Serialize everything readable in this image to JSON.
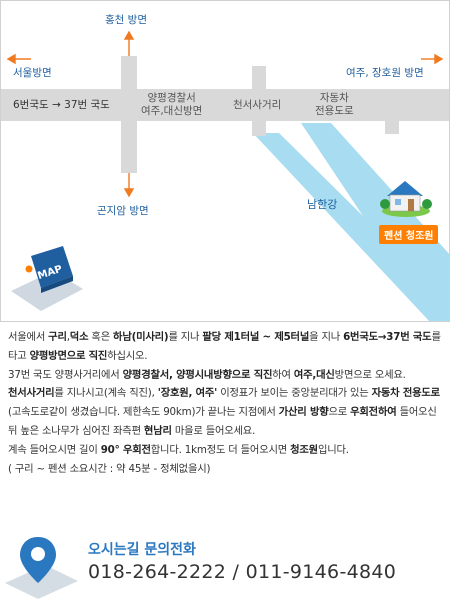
{
  "map": {
    "labels": {
      "hongcheon": "홍천 방면",
      "seoul": "서울방면",
      "yeoju_east": "여주, 장호원 방면",
      "route": "6번국도 → 37번 국도",
      "police_1": "양평경찰서",
      "police_2": "여주,대신방면",
      "cheonseo": "천서사거리",
      "expressway_1": "자동차",
      "expressway_2": "전용도로",
      "gonjiam": "곤지암 방면",
      "river": "남한강",
      "pension": "펜션 청조원",
      "map_logo": "MAP"
    },
    "colors": {
      "road": "#d9d9d9",
      "river": "#a8dcf0",
      "arrow": "#f07a20",
      "accent_orange": "#ff7f00"
    }
  },
  "directions": {
    "p1": [
      {
        "t": "서울에서 "
      },
      {
        "b": "구리"
      },
      {
        "t": ","
      },
      {
        "b": "덕소"
      },
      {
        "t": " 혹은 "
      },
      {
        "b": "하남(미사리)"
      },
      {
        "t": "를 지나 "
      },
      {
        "b": "팔당 제1터널 ~ 제5터널"
      },
      {
        "t": "을 지나 "
      },
      {
        "b": "6번국도→37번 국도"
      },
      {
        "t": "를타고 "
      },
      {
        "b": "양평방면으로 직진"
      },
      {
        "t": "하십시오."
      }
    ],
    "p2": [
      {
        "t": "37번 국도 양평사거리에서 "
      },
      {
        "b": "양평경찰서, 양평시내방향으로 직진"
      },
      {
        "t": "하여 "
      },
      {
        "b": "여주,대신"
      },
      {
        "t": "방면으로 오세요."
      }
    ],
    "p3": [
      {
        "b": "천서사거리"
      },
      {
        "t": "를 지나시고(계속 직진), "
      },
      {
        "b": "'장호원, 여주'"
      },
      {
        "t": " 이정표가 보이는 중앙분리대가 있는 "
      },
      {
        "b": "자동차 전용도로"
      },
      {
        "t": "(고속도로같이 생겼습니다. 제한속도 90km)가 끝나는 지점에서 "
      },
      {
        "b": "가산리 방향"
      },
      {
        "t": "으로 "
      },
      {
        "b": "우회전하여"
      },
      {
        "t": " 들어오신뒤 높은 소나무가 심어진 좌측편 "
      },
      {
        "b": "현남리"
      },
      {
        "t": " 마을로 들어오세요."
      }
    ],
    "p4": [
      {
        "t": "계속 들어오시면 길이 "
      },
      {
        "b": "90° 우회전"
      },
      {
        "t": "합니다. 1km정도 더 들어오시면 "
      },
      {
        "b": "청조원"
      },
      {
        "t": "입니다."
      }
    ],
    "p5": [
      {
        "t": "( 구리 ~ 펜션 소요시간 : 약 45분 - 정체없을시)"
      }
    ]
  },
  "contact": {
    "title": "오시는길 문의전화",
    "phones": "018-264-2222  /  011-9146-4840"
  }
}
